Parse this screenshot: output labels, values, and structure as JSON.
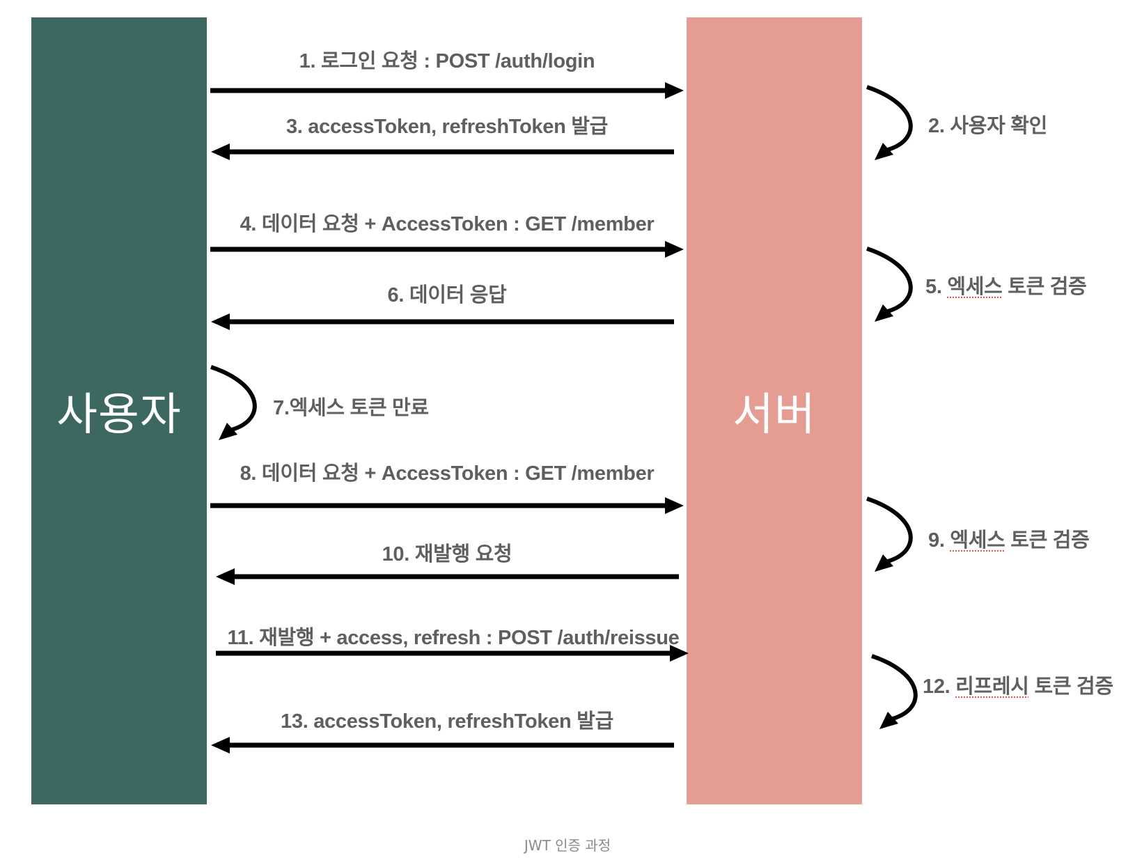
{
  "diagram": {
    "title_caption": "JWT 인증 과정",
    "colors": {
      "client_fill": "#3d6861",
      "server_fill": "#e49c93",
      "arrow": "#000000",
      "label_text": "#5f5f5f",
      "caption_text": "#8a8a8a"
    },
    "actors": {
      "client": {
        "label": "사용자"
      },
      "server": {
        "label": "서버"
      }
    },
    "messages": [
      {
        "step": 1,
        "label": "1. 로그인 요청 : POST /auth/login",
        "direction": "client-to-server"
      },
      {
        "step": 3,
        "label": "3. accessToken, refreshToken 발급",
        "direction": "server-to-client"
      },
      {
        "step": 4,
        "label": "4. 데이터 요청 + AccessToken : GET /member",
        "direction": "client-to-server"
      },
      {
        "step": 6,
        "label": "6. 데이터 응답",
        "direction": "server-to-client"
      },
      {
        "step": 8,
        "label": "8. 데이터 요청 + AccessToken : GET /member",
        "direction": "client-to-server"
      },
      {
        "step": 10,
        "label": "10. 재발행 요청",
        "direction": "server-to-client"
      },
      {
        "step": 11,
        "label": "11. 재발행 + access, refresh : POST /auth/reissue",
        "direction": "client-to-server"
      },
      {
        "step": 13,
        "label": "13. accessToken, refreshToken 발급",
        "direction": "server-to-client"
      }
    ],
    "self_steps": [
      {
        "step": 2,
        "prefix": "2. ",
        "label": "사용자 확인",
        "owner": "server"
      },
      {
        "step": 5,
        "prefix": "5. ",
        "underlined": "엑세스",
        "rest": " 토큰 검증",
        "owner": "server"
      },
      {
        "step": 7,
        "label": "7.엑세스 토큰 만료",
        "owner": "client"
      },
      {
        "step": 9,
        "prefix": "9. ",
        "underlined": "엑세스",
        "rest": " 토큰 검증",
        "owner": "server"
      },
      {
        "step": 12,
        "prefix": "12. ",
        "underlined": "리프레시",
        "rest": " 토큰 검증",
        "owner": "server"
      }
    ]
  }
}
